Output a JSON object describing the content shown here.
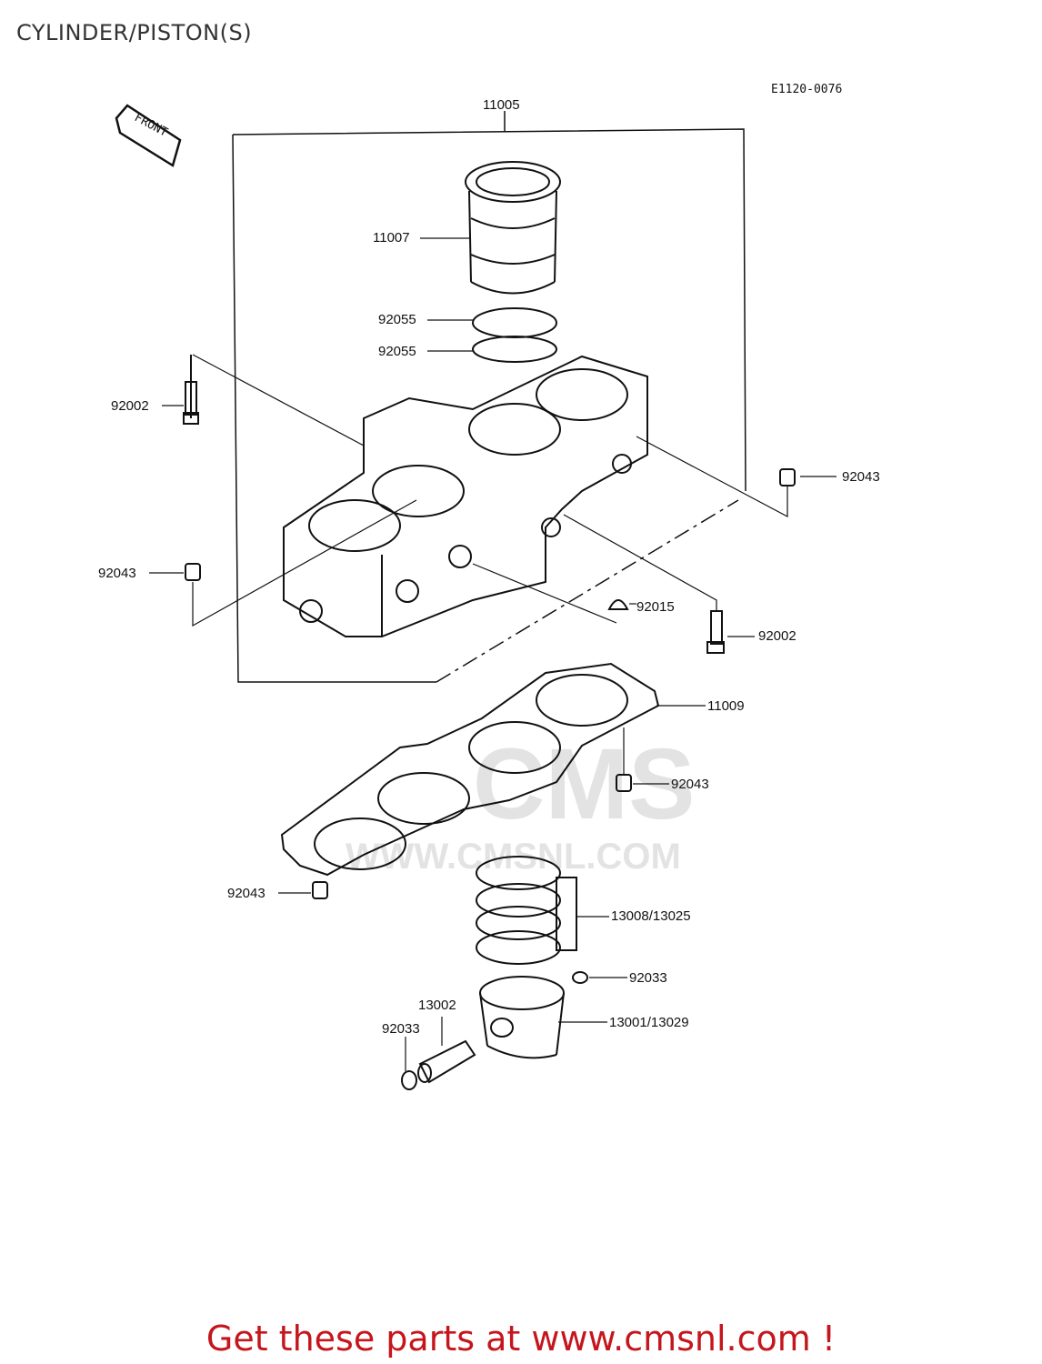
{
  "header": {
    "title": "CYLINDER/PISTON(S)",
    "diagram_code": "E1120-0076"
  },
  "diagram": {
    "front_label": "FRONT",
    "watermark_text": "WWW.CMSNL.COM",
    "watermark_logo_text": "CMS",
    "parts": {
      "cylinder_assembly": "11005",
      "cylinder_liner": "11007",
      "o_ring_upper": "92055",
      "o_ring_lower": "92055",
      "stud_left": "92002",
      "stud_right": "92002",
      "dowel_upper_right": "92043",
      "dowel_left": "92043",
      "dowel_gasket_right": "92043",
      "dowel_gasket_left": "92043",
      "cap": "92015",
      "base_gasket": "11009",
      "piston_rings": "13008/13025",
      "circlip_right": "92033",
      "circlip_left": "92033",
      "piston_pin": "13002",
      "piston": "13001/13029"
    }
  },
  "footer": {
    "promo_text": "Get these parts at www.cmsnl.com !"
  },
  "colors": {
    "line": "#111111",
    "promo": "#c4161c",
    "watermark": "#e3e3e3"
  }
}
